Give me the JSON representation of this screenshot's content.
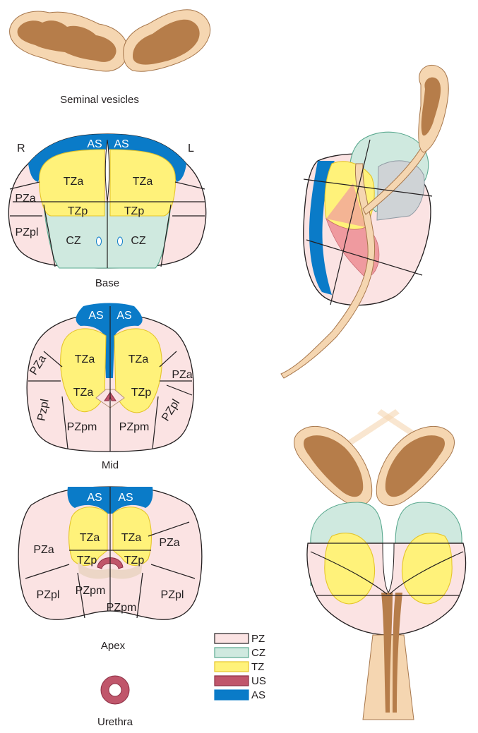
{
  "captions": {
    "seminal_vesicles": "Seminal vesicles",
    "base": "Base",
    "mid": "Mid",
    "apex": "Apex",
    "urethra": "Urethra"
  },
  "orientation": {
    "right": "R",
    "left": "L"
  },
  "base_labels": {
    "as_left": "AS",
    "as_right": "AS",
    "tza_left": "TZa",
    "tza_right": "TZa",
    "tzp_left": "TZp",
    "tzp_right": "TZp",
    "cz_left": "CZ",
    "cz_right": "CZ",
    "pza": "PZa",
    "pzpl": "PZpl"
  },
  "mid_labels": {
    "as_left": "AS",
    "as_right": "AS",
    "tza_upper_left": "TZa",
    "tza_upper_right": "TZa",
    "tza_lower_left": "TZa",
    "tzp_right": "TZp",
    "pza_left": "PZa",
    "pza_right": "PZa",
    "pzpl_left": "Pzpl",
    "pzpl_right": "PZpl",
    "pzpm_left": "PZpm",
    "pzpm_right": "PZpm"
  },
  "apex_labels": {
    "as_left": "AS",
    "as_right": "AS",
    "tza_left": "TZa",
    "tza_right": "TZa",
    "tzp_left": "TZp",
    "tzp_right": "TZp",
    "pza_left": "PZa",
    "pza_right": "PZa",
    "pzpl_left": "PZpl",
    "pzpl_right": "PZpl",
    "pzpm_left": "PZpm",
    "pzpm_center": "PZpm"
  },
  "legend": [
    {
      "key": "PZ",
      "color": "#fbe3e3",
      "border": "#231f20"
    },
    {
      "key": "CZ",
      "color": "#cfe9df",
      "border": "#5aa98f"
    },
    {
      "key": "TZ",
      "color": "#fff27a",
      "border": "#e5c52a"
    },
    {
      "key": "US",
      "color": "#c0566b",
      "border": "#8c2f44"
    },
    {
      "key": "AS",
      "color": "#0a7bc8",
      "border": "#0a7bc8"
    }
  ]
}
